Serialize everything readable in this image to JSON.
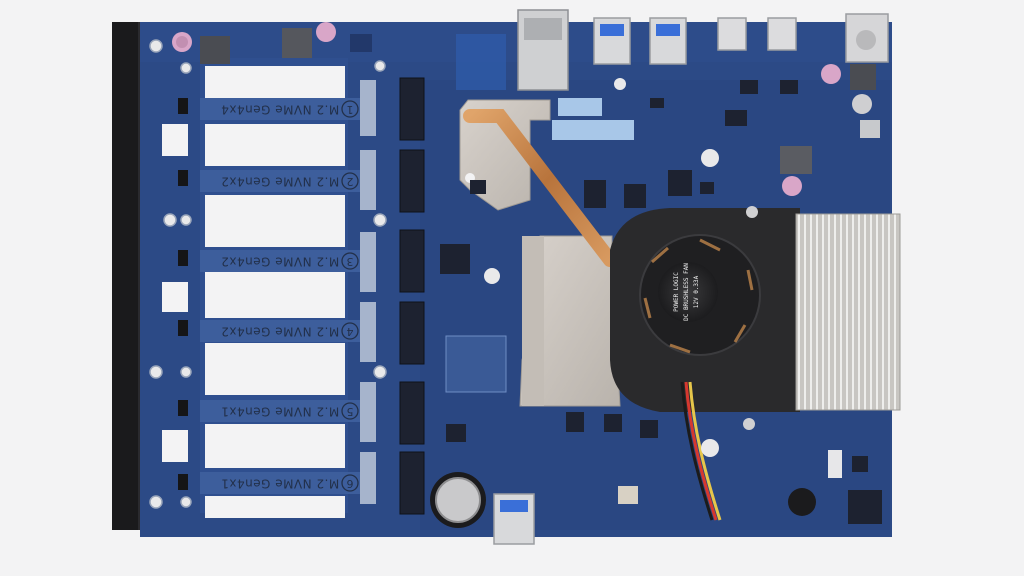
{
  "photo": {
    "subject": "NAS motherboard with six M.2 NVMe slots",
    "colors": {
      "background": "#f3f3f4",
      "pcb": "#2c4a86",
      "pcb_dark": "#223a6e",
      "frame": "#2f4f8f",
      "cutout": "#f3f3f4",
      "copper": "#c9864a",
      "heatsink": "#c7c4c0",
      "fan": "#2a2a2c"
    }
  },
  "slots": [
    {
      "label": "M.2 NVMe Gen4x4",
      "number": "1"
    },
    {
      "label": "M.2 NVMe Gen4x2",
      "number": "2"
    },
    {
      "label": "M.2 NVMe Gen4x2",
      "number": "3"
    },
    {
      "label": "M.2 NVMe Gen4x2",
      "number": "4"
    },
    {
      "label": "M.2 NVMe Gen4x1",
      "number": "5"
    },
    {
      "label": "M.2 NVMe Gen4x1",
      "number": "6"
    }
  ],
  "fan_label": {
    "brand": "POWER LOGIC",
    "model": "DC BRUSHLESS FAN",
    "rating": "12V 0.33A"
  }
}
